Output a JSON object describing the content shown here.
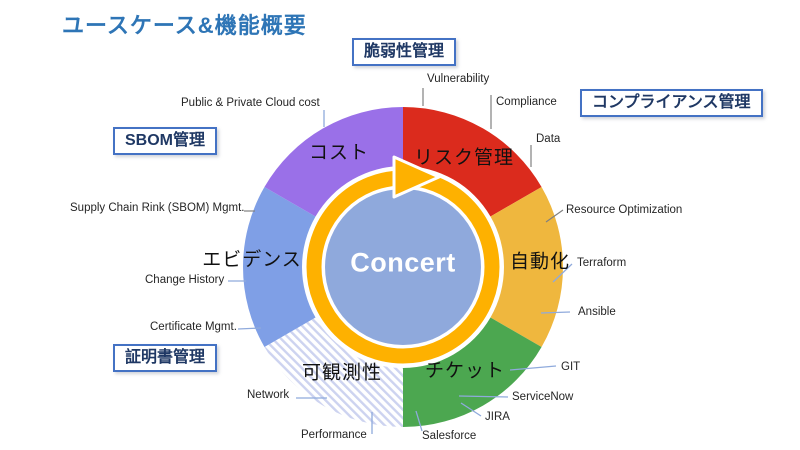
{
  "title": "ユースケース&機能概要",
  "center_label": "Concert",
  "boxes": {
    "vulnerability_mgmt": "脆弱性管理",
    "compliance_mgmt": "コンプライアンス管理",
    "sbom_mgmt": "SBOM管理",
    "certificate_mgmt": "証明書管理"
  },
  "segments": [
    {
      "name": "risk",
      "label": "リスク管理",
      "color": "#DB2B1D",
      "features": [
        "Vulnerability",
        "Compliance",
        "Data"
      ]
    },
    {
      "name": "automation",
      "label": "自動化",
      "color": "#EFB73E",
      "features": [
        "Resource Optimization",
        "Terraform",
        "Ansible"
      ]
    },
    {
      "name": "ticket",
      "label": "チケット",
      "color": "#4CA750",
      "features": [
        "GIT",
        "ServiceNow",
        "JIRA",
        "Salesforce"
      ]
    },
    {
      "name": "observability",
      "label": "可観測性",
      "color": "hatched-white-lavender",
      "features": [
        "Network",
        "Performance"
      ]
    },
    {
      "name": "evidence",
      "label": "エビデンス",
      "color": "#7F9FE6",
      "features": [
        "Supply Chain Rink (SBOM) Mgmt.",
        "Change History",
        "Certificate Mgmt."
      ]
    },
    {
      "name": "cost",
      "label": "コスト",
      "color": "#9A70E8",
      "features": [
        "Public & Private Cloud cost"
      ]
    }
  ],
  "ring": {
    "color": "#FEB100",
    "direction": "clockwise"
  },
  "colors": {
    "title_blue": "#2E75B6",
    "box_border": "#4472C4",
    "box_text": "#1F3864",
    "center_circle": "#8FA9DC",
    "hatch_stripe": "#CDD3F0",
    "leader_blue": "#8FAADC",
    "leader_gray": "#808080"
  }
}
